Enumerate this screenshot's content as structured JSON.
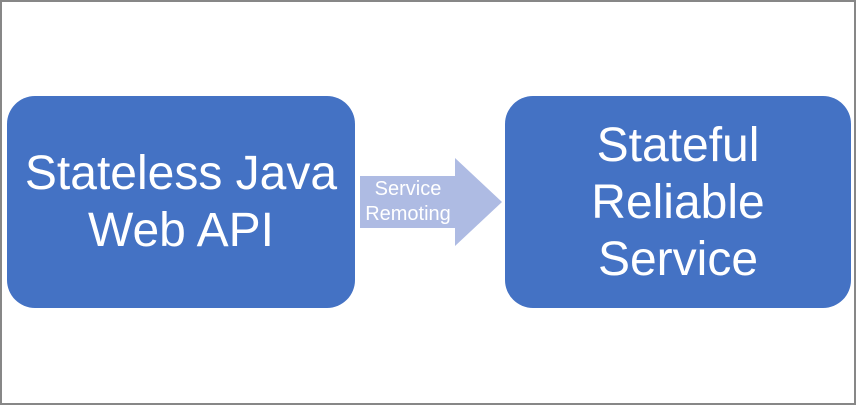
{
  "diagram": {
    "left_box": {
      "lines": [
        "Stateless Java",
        "Web API"
      ]
    },
    "arrow": {
      "lines": [
        "Service",
        "Remoting"
      ]
    },
    "right_box": {
      "lines": [
        "Stateful",
        "Reliable",
        "Service"
      ]
    },
    "colors": {
      "box_fill": "#4472C4",
      "arrow_fill": "#AEBBE3",
      "text": "#FFFFFF",
      "border": "#878787",
      "background": "#FFFFFF"
    }
  }
}
